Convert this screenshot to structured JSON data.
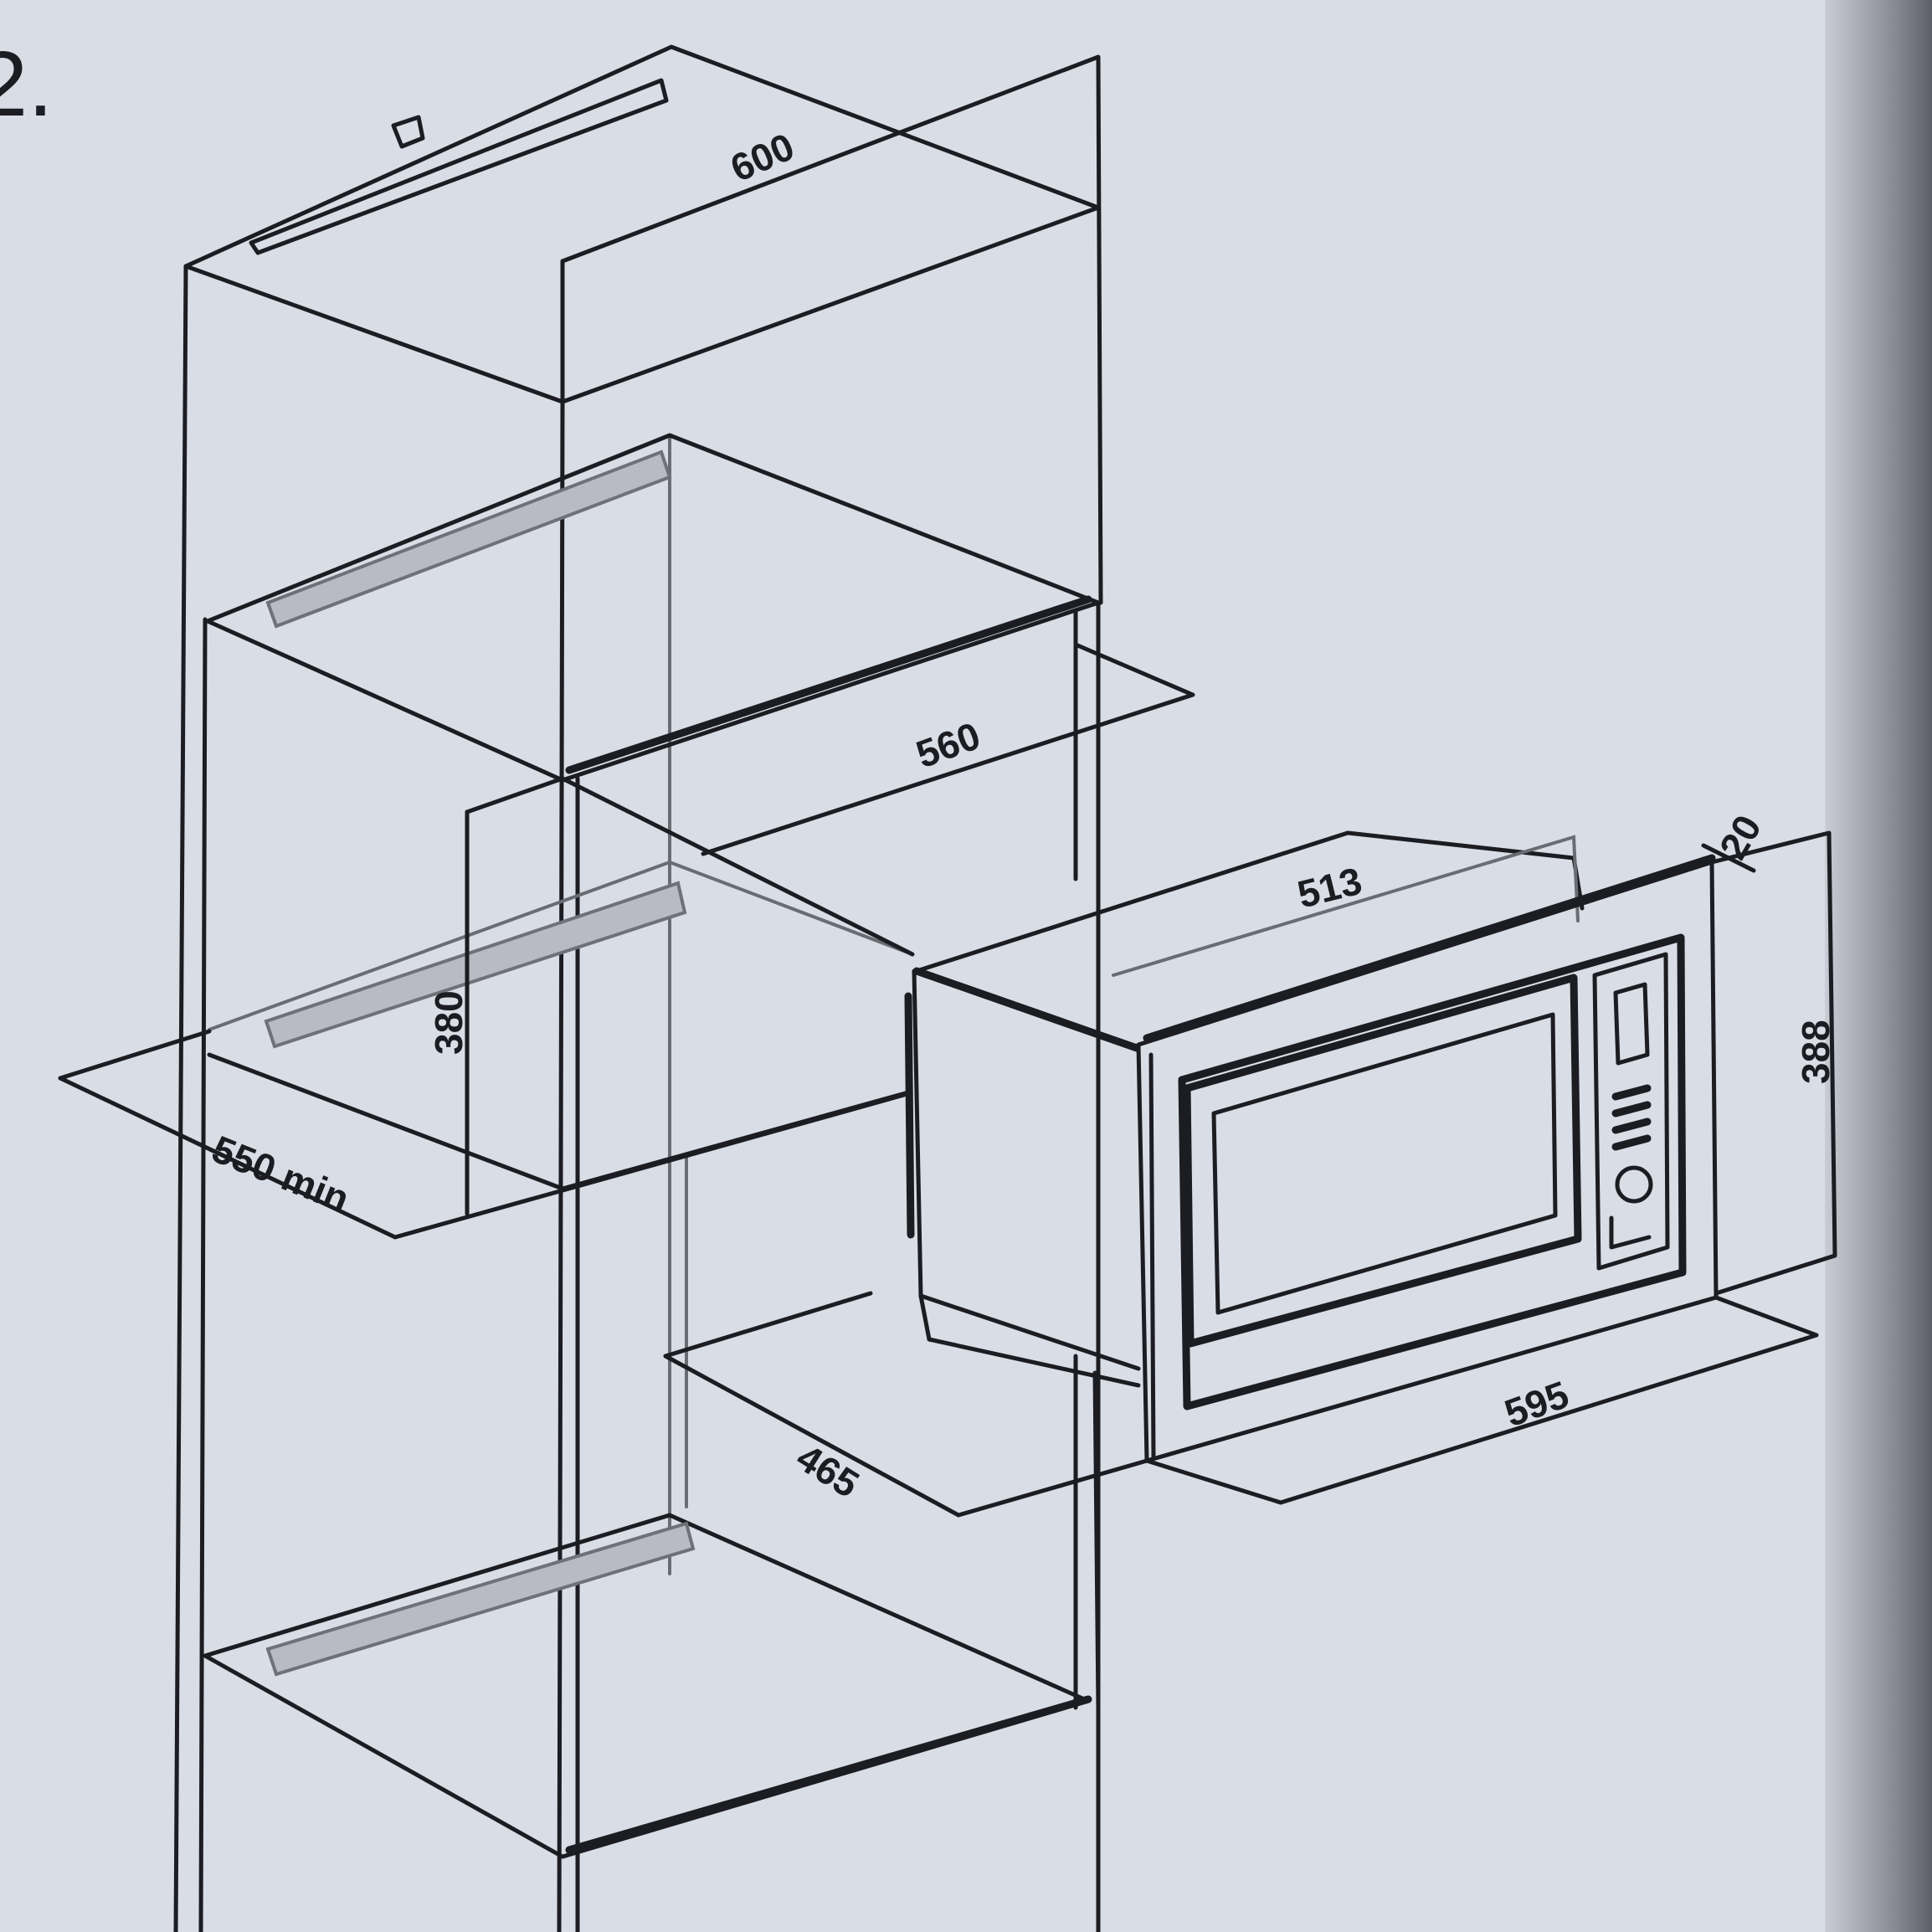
{
  "step_number": "2.",
  "dimensions": {
    "cabinet_depth": "600",
    "niche_width": "560",
    "niche_height": "380",
    "cabinet_depth_min": "550 min",
    "appliance_depth": "513",
    "front_offset": "20",
    "frame_height": "388",
    "frame_width": "595",
    "base_depth": "465"
  }
}
